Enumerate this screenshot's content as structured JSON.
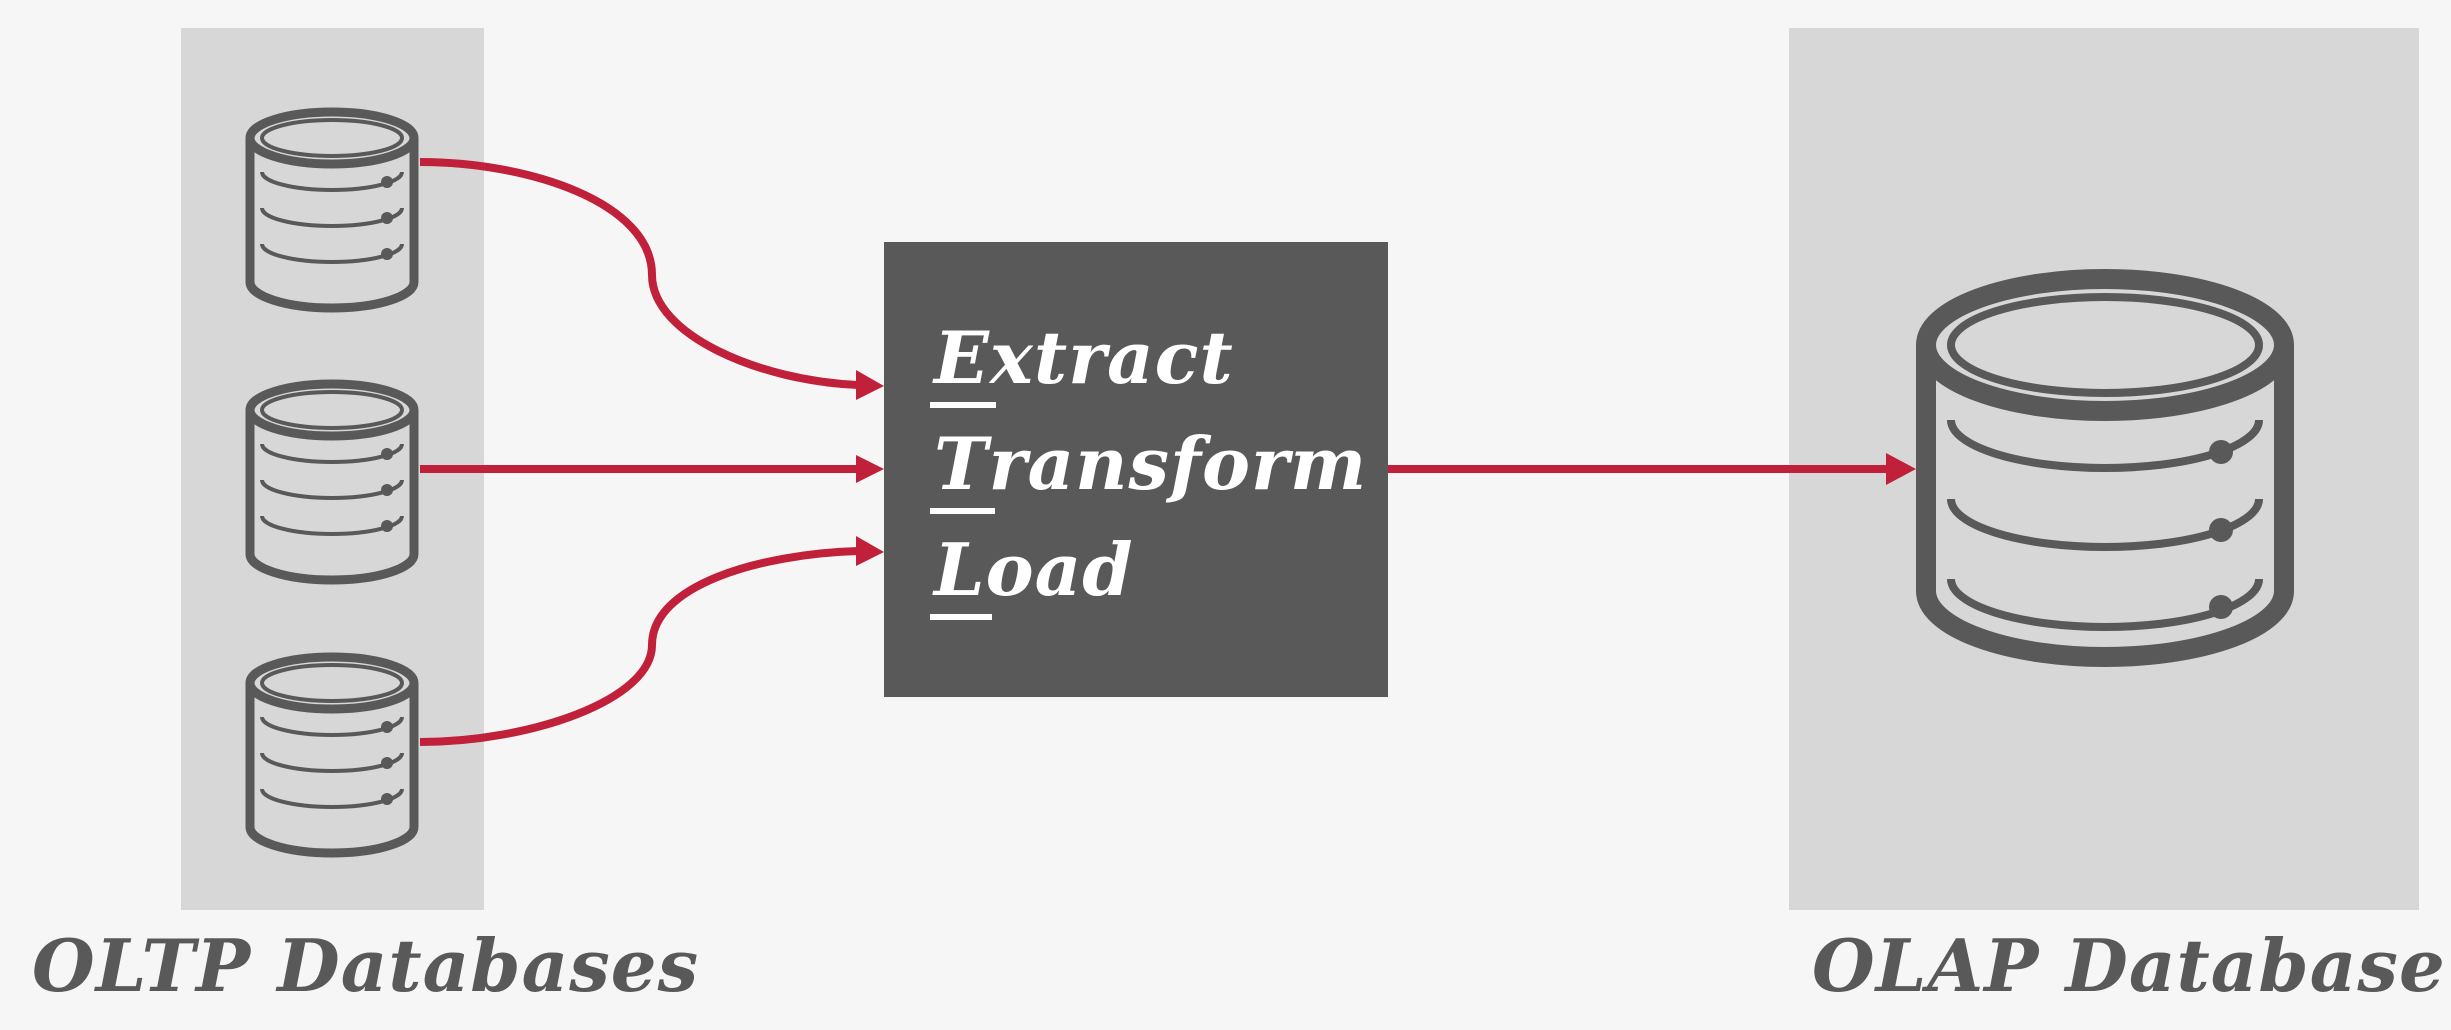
{
  "etl": {
    "extract": {
      "first": "E",
      "rest": "xtract"
    },
    "transform": {
      "first": "T",
      "rest": "ransform"
    },
    "load": {
      "first": "L",
      "rest": "oad"
    }
  },
  "captions": {
    "oltp": "OLTP Databases",
    "olap": "OLAP Database"
  },
  "colors": {
    "panel": "#d7d7d7",
    "icon": "#595959",
    "etl_box": "#595959",
    "arrow": "#c0203a",
    "background": "#f6f6f6"
  },
  "icons": {
    "source_db": "database-icon",
    "target_db": "database-icon"
  }
}
